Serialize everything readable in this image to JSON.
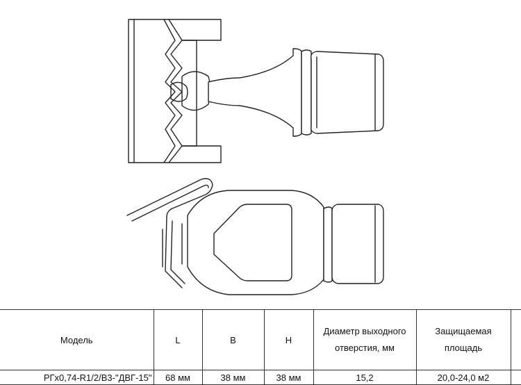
{
  "table": {
    "headers": [
      "Модель",
      "L",
      "B",
      "H",
      "Диаметр выходного отверстия, мм",
      "Защищаемая площадь",
      ""
    ],
    "rows": [
      [
        "РГх0,74-R1/2/В3-\"ДВГ-15\"",
        "68 мм",
        "38 мм",
        "38 мм",
        "15,2",
        "20,0-24,0 м2",
        ""
      ]
    ]
  }
}
